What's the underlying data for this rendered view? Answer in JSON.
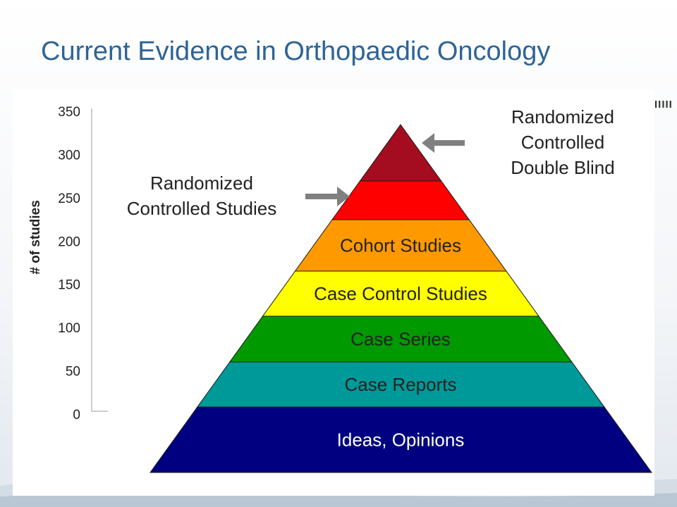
{
  "slide": {
    "title": "Current Evidence in Orthopaedic Oncology",
    "corner_marks": "IIIII"
  },
  "axis": {
    "label": "# of studies",
    "ticks": [
      "350",
      "300",
      "250",
      "200",
      "150",
      "100",
      "50",
      "0"
    ]
  },
  "pyramid": {
    "levels": [
      {
        "label": "",
        "color": "#a30d1f"
      },
      {
        "label": "",
        "color": "#ff0000"
      },
      {
        "label": "Cohort Studies",
        "color": "#ff9900"
      },
      {
        "label": "Case Control Studies",
        "color": "#ffff00"
      },
      {
        "label": "Case Series",
        "color": "#009900"
      },
      {
        "label": "Case Reports",
        "color": "#009999"
      },
      {
        "label": "Ideas, Opinions",
        "color": "#000080"
      }
    ]
  },
  "callouts": {
    "rcs_line1": "Randomized",
    "rcs_line2": "Controlled Studies",
    "rcdb_line1": "Randomized",
    "rcdb_line2": "Controlled",
    "rcdb_line3": "Double Blind"
  },
  "colors": {
    "title": "#2e6496",
    "arrow": "#808080",
    "label_text": "#222222",
    "label_text_dark_bg": "#ffffff"
  }
}
